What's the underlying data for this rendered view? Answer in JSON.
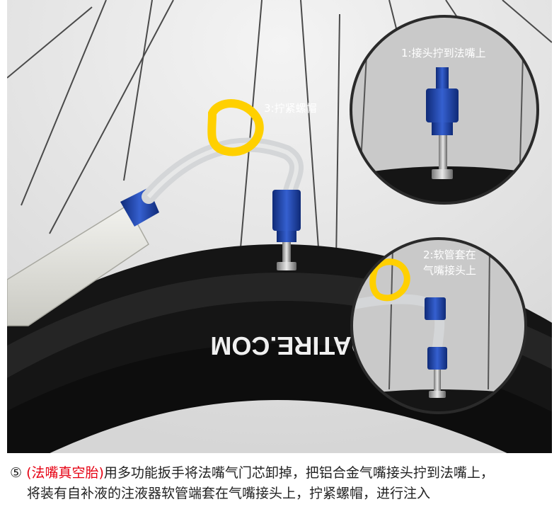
{
  "labels": {
    "step3": "3:拧紧螺帽",
    "step1": "1:接头拧到法嘴上",
    "step2_line1": "2:软管套在",
    "step2_line2": "气嘴接头上"
  },
  "tire_text": "DATIRE.COM",
  "caption": {
    "number": "⑤",
    "highlight": "(法嘴真空胎)",
    "line1_rest": "用多功能扳手将法嘴气门芯卸掉，把铝合金气嘴接头拧到法嘴上，",
    "line2": "将装有自补液的注液器软管端套在气嘴接头上，拧紧螺帽，进行注入"
  },
  "colors": {
    "tire": "#111111",
    "rim": "#1c1c1c",
    "valve_blue": "#1b3f9e",
    "clip_yellow": "#ffd000",
    "highlight_red": "#e60012"
  }
}
